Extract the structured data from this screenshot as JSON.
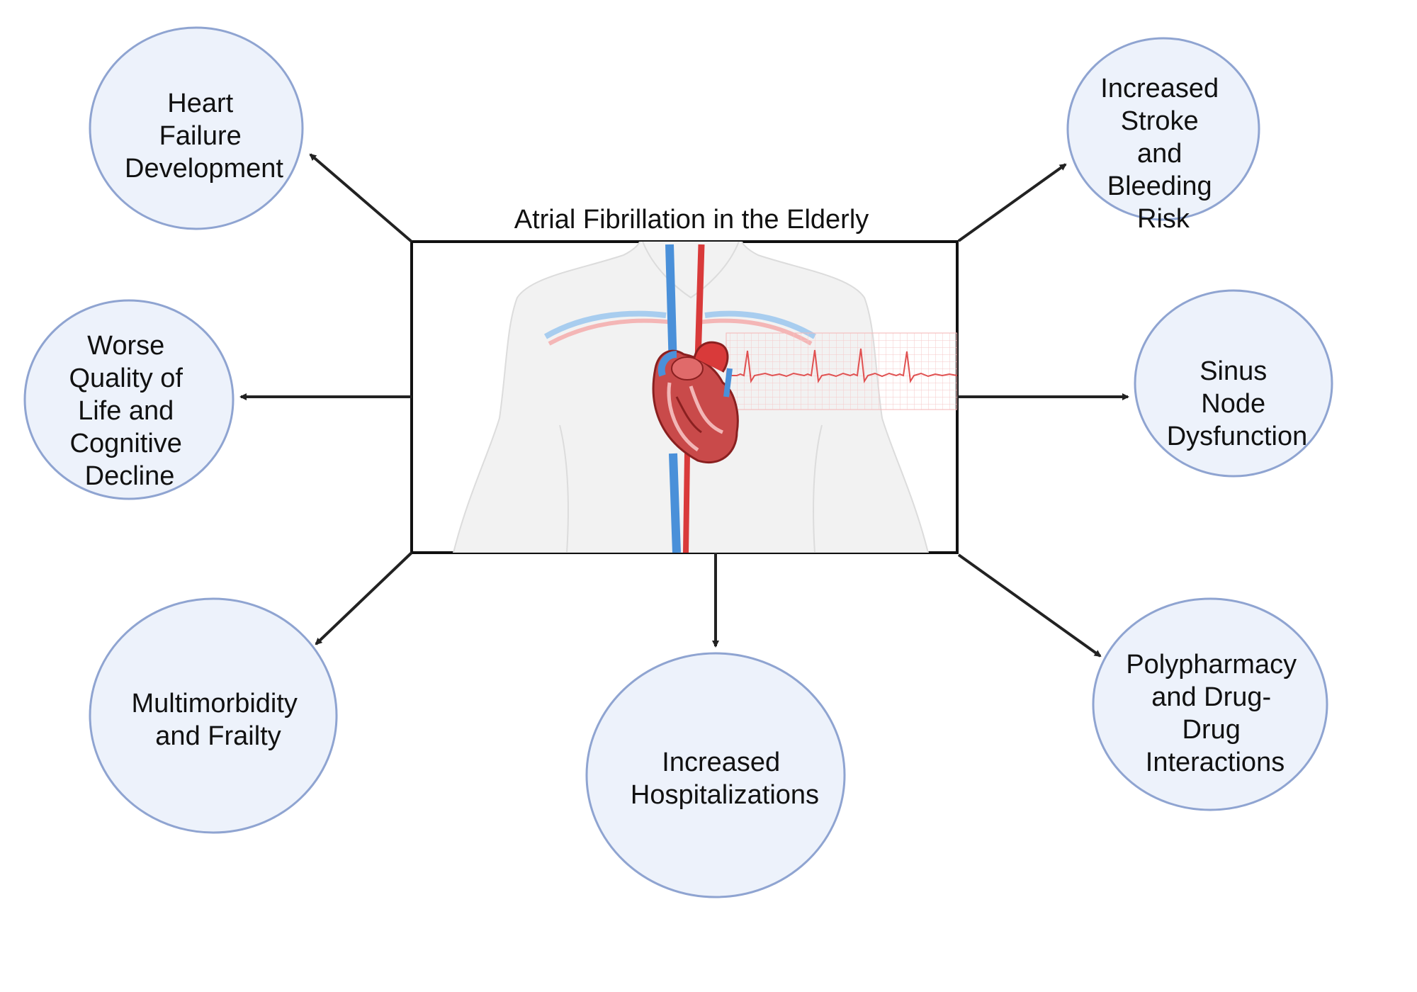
{
  "title": "Atrial Fibrillation in the Elderly",
  "colors": {
    "node_fill": "#edf2fb",
    "node_stroke": "#8fa4d1",
    "arrow": "#222222",
    "vein_blue": "#4a90d9",
    "artery_red": "#d93a3a",
    "ecg_red": "#e05050",
    "body_fill": "#f2f2f2"
  },
  "nodes": [
    {
      "id": "heart-failure",
      "lines": [
        "Heart",
        "Failure",
        "Development"
      ]
    },
    {
      "id": "worse-quality",
      "lines": [
        "Worse",
        "Quality of",
        "Life and",
        "Cognitive",
        "Decline"
      ]
    },
    {
      "id": "multimorbidity",
      "lines": [
        "Multimorbidity",
        "and Frailty"
      ]
    },
    {
      "id": "hospitalizations",
      "lines": [
        "Increased",
        "Hospitalizations"
      ]
    },
    {
      "id": "polypharmacy",
      "lines": [
        "Polypharmacy",
        "and Drug-",
        "Drug",
        "Interactions"
      ]
    },
    {
      "id": "sinus-node",
      "lines": [
        "Sinus",
        "Node",
        "Dysfunction"
      ]
    },
    {
      "id": "stroke-bleeding",
      "lines": [
        "Increased",
        "Stroke",
        "and",
        "Bleeding",
        "Risk"
      ]
    }
  ],
  "illustration": {
    "heart_icon": "anatomical-heart-icon",
    "ecg_icon": "ecg-strip-icon",
    "torso_icon": "torso-outline-icon"
  }
}
